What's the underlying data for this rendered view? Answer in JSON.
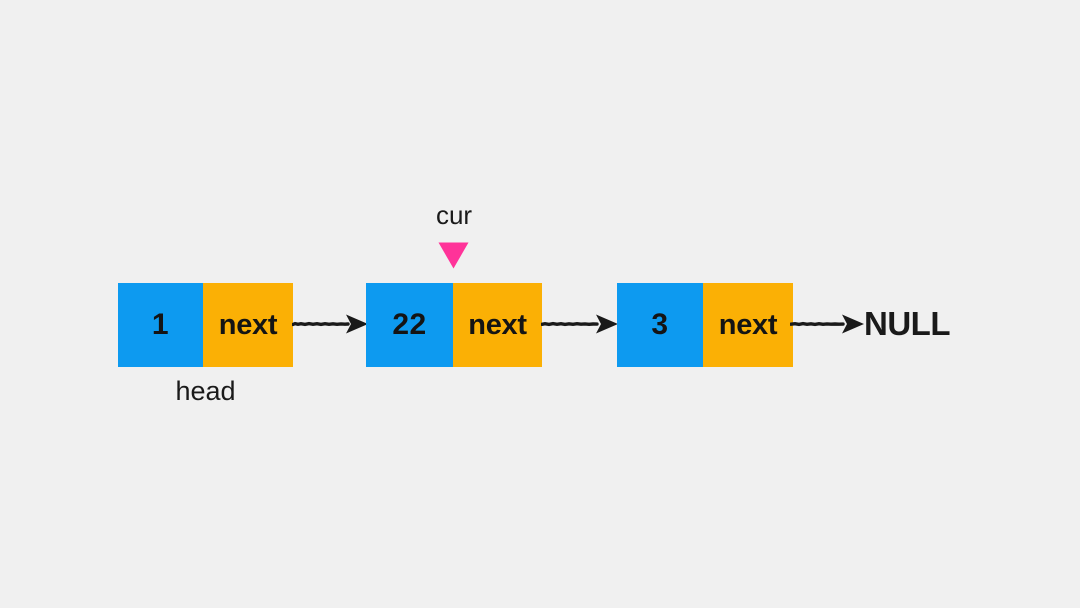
{
  "diagram": {
    "title": "singly-linked-list-with-cur-pointer",
    "background_color": "#f0f0f0",
    "node_data_color": "#0d9af0",
    "node_next_color": "#fbb005",
    "pointer_color": "#ff3399",
    "arrow_color": "#1a1a1a",
    "text_color": "#141414"
  },
  "nodes": [
    {
      "data": "1",
      "next_label": "next"
    },
    {
      "data": "22",
      "next_label": "next"
    },
    {
      "data": "3",
      "next_label": "next"
    }
  ],
  "terminator": {
    "label": "NULL"
  },
  "pointers": {
    "head": {
      "label": "head",
      "target_node_index": 0,
      "position": "below"
    },
    "cur": {
      "label": "cur",
      "target_node_index": 1,
      "position": "above",
      "marker": "down-triangle"
    }
  },
  "arrows": [
    {
      "from": "node-1-next",
      "to": "node-2"
    },
    {
      "from": "node-2-next",
      "to": "node-3"
    },
    {
      "from": "node-3-next",
      "to": "null-terminator"
    }
  ]
}
